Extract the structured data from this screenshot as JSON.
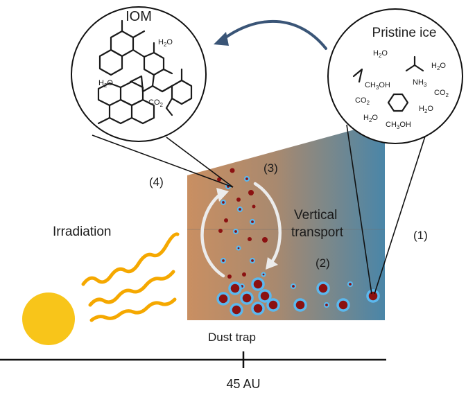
{
  "colors": {
    "grain_core": "#8b1111",
    "grain_ice": "#5bb8ee",
    "sun": "#f8c51a",
    "waves": "#f5a800",
    "gradient_left": "#c98f62",
    "gradient_right": "#4a86a8",
    "arrow_gray": "#f2f2f2",
    "curved_arrow": "#3a5577",
    "line": "#111111"
  },
  "labels": {
    "iom": "IOM",
    "pristine_ice": "Pristine ice",
    "irradiation": "Irradiation",
    "vertical": "Vertical",
    "transport": "transport",
    "dust_trap": "Dust trap",
    "axis_label": "45 AU",
    "step1": "(1)",
    "step2": "(2)",
    "step3": "(3)",
    "step4": "(4)"
  },
  "iom_molecules": {
    "h2o_a": {
      "main": "H",
      "sub": "2",
      "rest": "O"
    },
    "h2o_b": {
      "main": "H",
      "sub": "2",
      "rest": "O"
    },
    "co2": {
      "main": "CO",
      "sub": "2",
      "rest": ""
    }
  },
  "ice_molecules": {
    "h2o_1": {
      "main": "H",
      "sub": "2",
      "rest": "O"
    },
    "h2o_2": {
      "main": "H",
      "sub": "2",
      "rest": "O"
    },
    "ch3oh_1": {
      "main": "CH",
      "sub": "3",
      "rest": "OH"
    },
    "nh3": {
      "main": "NH",
      "sub": "3",
      "rest": ""
    },
    "co2_1": {
      "main": "CO",
      "sub": "2",
      "rest": ""
    },
    "co2_2": {
      "main": "CO",
      "sub": "2",
      "rest": ""
    },
    "h2o_3": {
      "main": "H",
      "sub": "2",
      "rest": "O"
    },
    "h2o_4": {
      "main": "H",
      "sub": "2",
      "rest": "O"
    },
    "ch3oh_2": {
      "main": "CH",
      "sub": "3",
      "rest": "OH"
    }
  }
}
